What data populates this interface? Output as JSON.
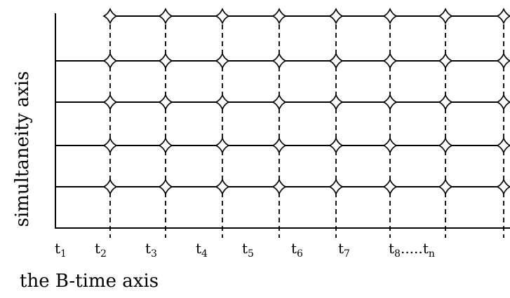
{
  "diagram": {
    "y_axis_label": "simultaneity axis",
    "x_axis_label": "the B-time axis",
    "tick_labels": [
      {
        "base": "t",
        "sub": "1"
      },
      {
        "base": "t",
        "sub": "2"
      },
      {
        "base": "t",
        "sub": "3"
      },
      {
        "base": "t",
        "sub": "4"
      },
      {
        "base": "t",
        "sub": "5"
      },
      {
        "base": "t",
        "sub": "6"
      },
      {
        "base": "t",
        "sub": "7"
      },
      {
        "base": "t",
        "sub": "8",
        "suffix": ".....",
        "base2": "t",
        "sub2": "n"
      }
    ],
    "colors": {
      "line": "#000000",
      "background": "#ffffff",
      "star_fill": "#ffffff"
    }
  }
}
